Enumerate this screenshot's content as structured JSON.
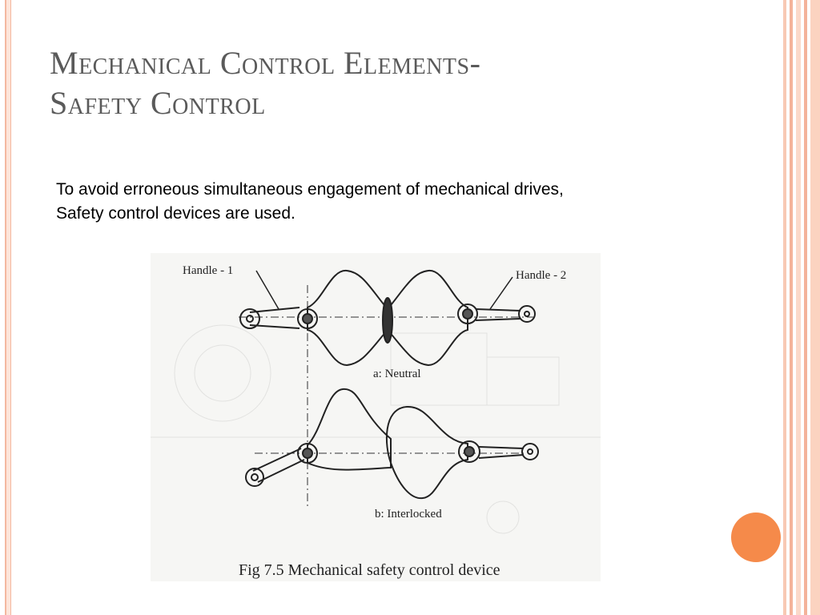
{
  "slide": {
    "title_line1": "Mechanical Control Elements-",
    "title_line2": "Safety Control",
    "body_line1": "To avoid erroneous simultaneous engagement of  mechanical drives,",
    "body_line2": "Safety control devices are used."
  },
  "figure": {
    "handle1_label": "Handle - 1",
    "handle2_label": "Handle - 2",
    "neutral_label": "a: Neutral",
    "interlocked_label": "b: Interlocked",
    "caption": "Fig 7.5 Mechanical safety control device"
  },
  "colors": {
    "accent": "#f58a4a",
    "border": "#f4b8a0",
    "title": "#5a5a5a"
  }
}
